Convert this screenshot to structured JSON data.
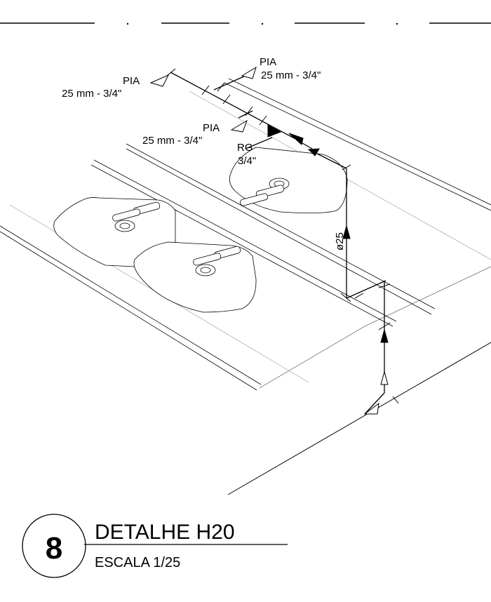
{
  "labels": {
    "pia_left": "PIA",
    "pia_left_size": "25 mm - 3/4\"",
    "pia_right": "PIA",
    "pia_right_size": "25 mm - 3/4\"",
    "pia_mid": "PIA",
    "pia_mid_size": "25 mm - 3/4\"",
    "rg": "RG",
    "rg_size": "3/4\"",
    "pipe_diameter": "ø25"
  },
  "title_block": {
    "number": "8",
    "title": "DETALHE H20",
    "scale": "ESCALA 1/25"
  }
}
